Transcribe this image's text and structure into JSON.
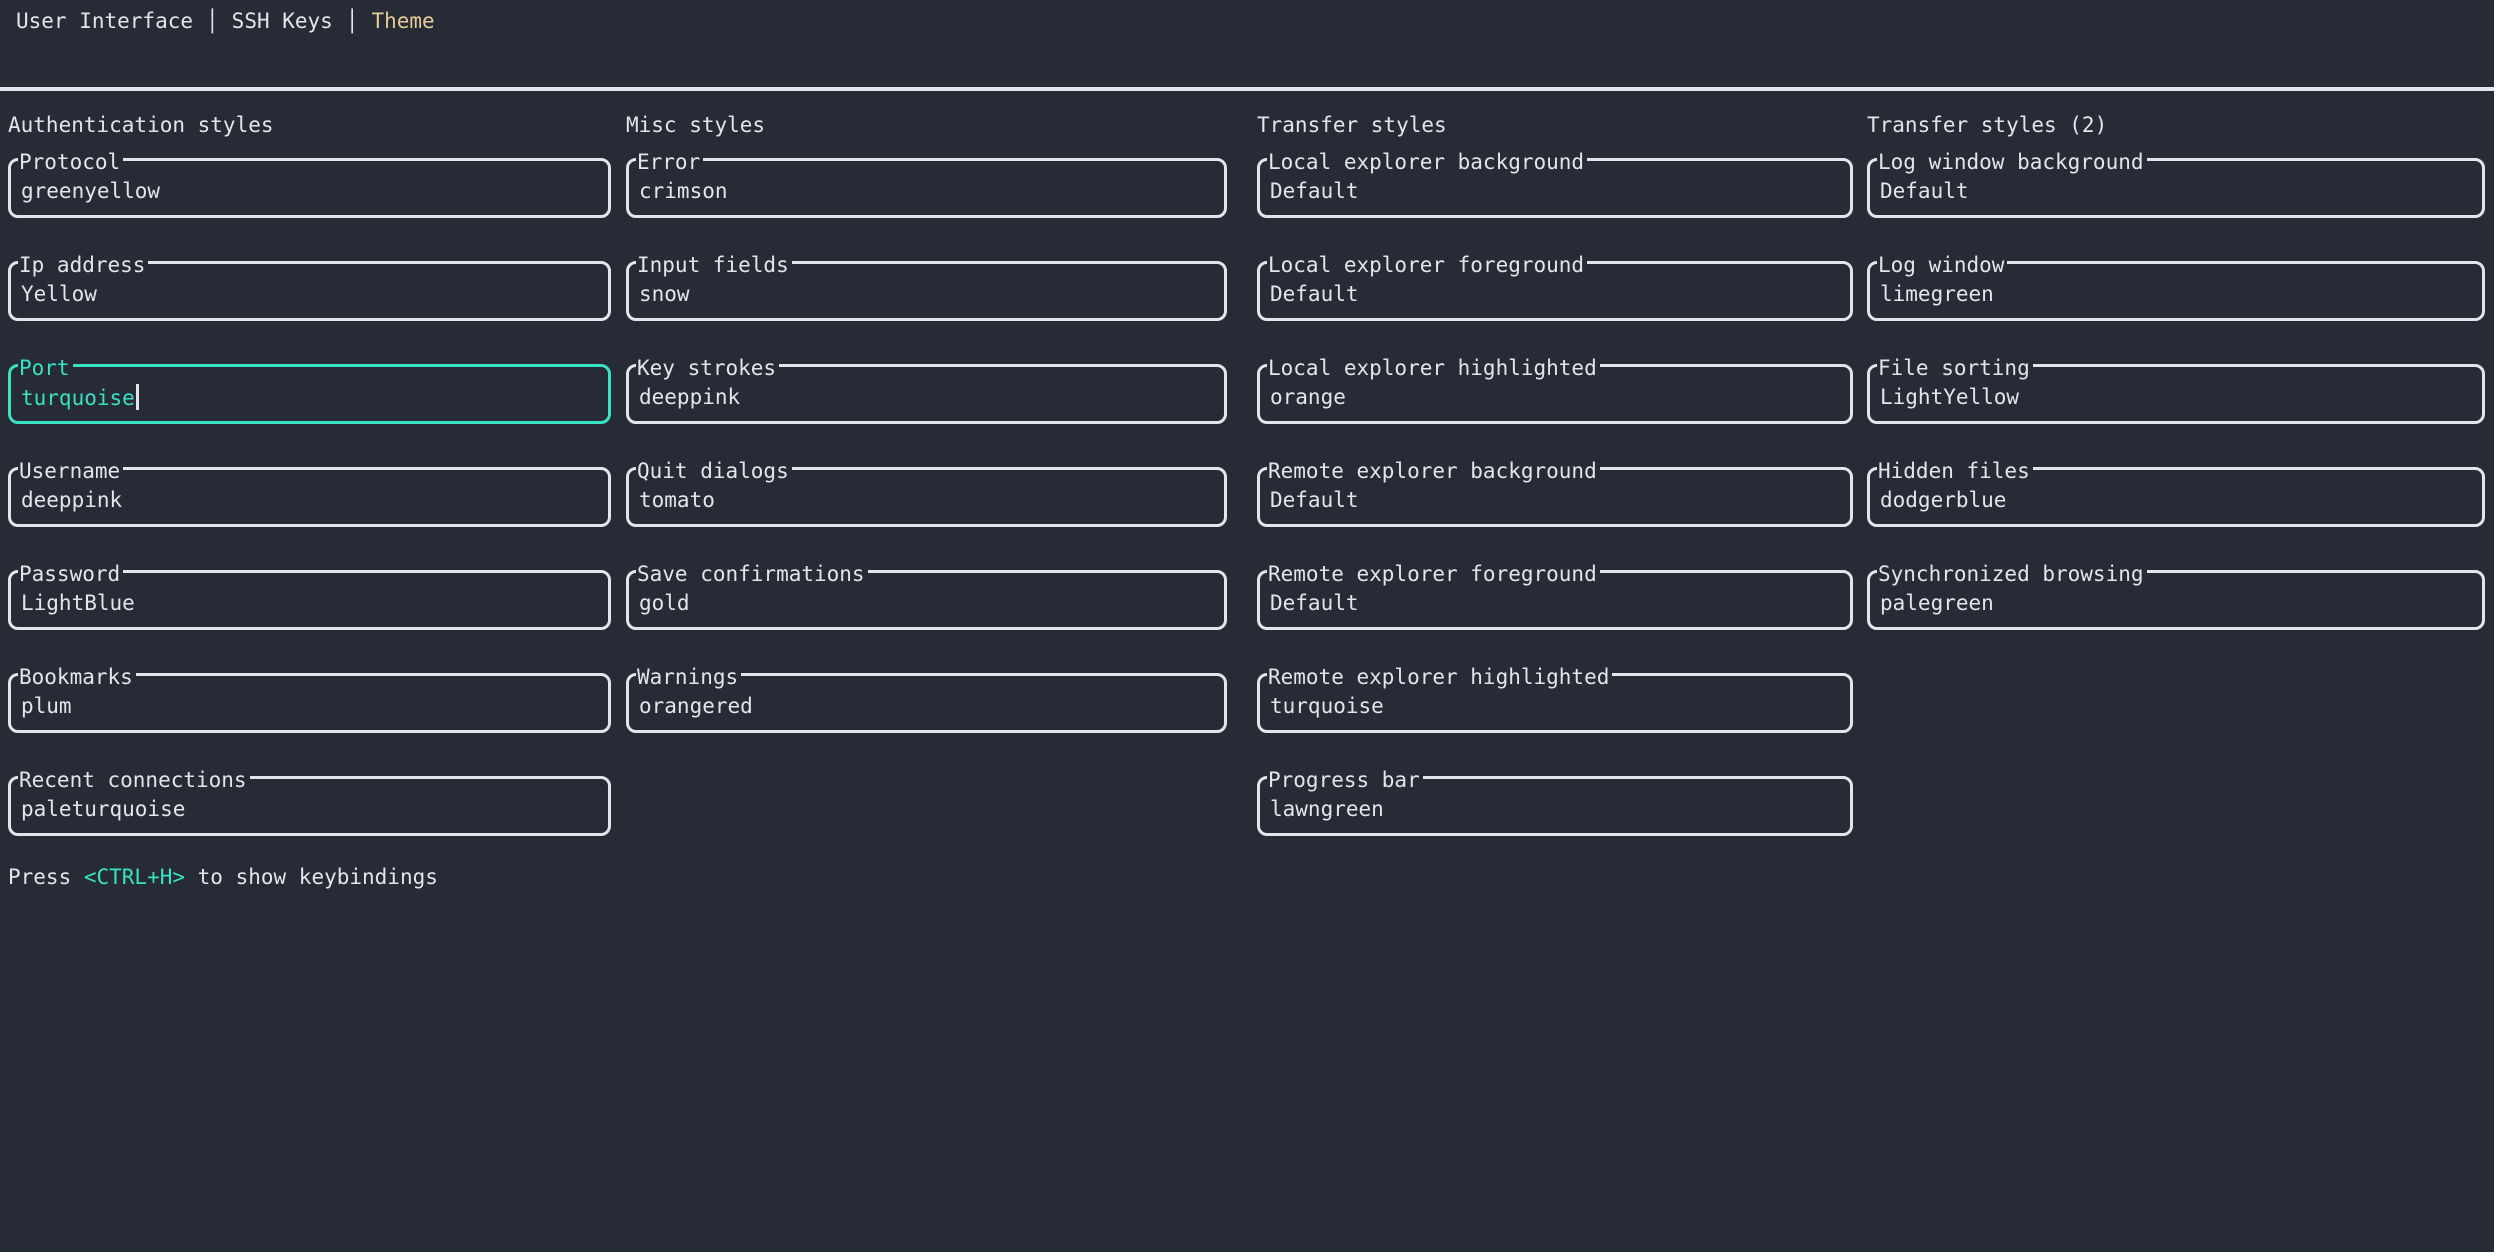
{
  "tabs": [
    {
      "label": "User Interface",
      "active": false
    },
    {
      "label": "SSH Keys",
      "active": false
    },
    {
      "label": "Theme",
      "active": true
    }
  ],
  "tab_separator": "│",
  "columns": [
    {
      "title": "Authentication styles",
      "fields": [
        {
          "label": "Protocol",
          "value": "greenyellow",
          "focused": false
        },
        {
          "label": "Ip address",
          "value": "Yellow",
          "focused": false
        },
        {
          "label": "Port",
          "value": "turquoise",
          "focused": true
        },
        {
          "label": "Username",
          "value": "deeppink",
          "focused": false
        },
        {
          "label": "Password",
          "value": "LightBlue",
          "focused": false
        },
        {
          "label": "Bookmarks",
          "value": "plum",
          "focused": false
        },
        {
          "label": "Recent connections",
          "value": "paleturquoise",
          "focused": false
        }
      ]
    },
    {
      "title": "Misc styles",
      "fields": [
        {
          "label": "Error",
          "value": "crimson",
          "focused": false
        },
        {
          "label": "Input fields",
          "value": "snow",
          "focused": false
        },
        {
          "label": "Key strokes",
          "value": "deeppink",
          "focused": false
        },
        {
          "label": "Quit dialogs",
          "value": "tomato",
          "focused": false
        },
        {
          "label": "Save confirmations",
          "value": "gold",
          "focused": false
        },
        {
          "label": "Warnings",
          "value": "orangered",
          "focused": false
        }
      ]
    },
    {
      "title": "Transfer styles",
      "fields": [
        {
          "label": "Local explorer background",
          "value": "Default",
          "focused": false
        },
        {
          "label": "Local explorer foreground",
          "value": "Default",
          "focused": false
        },
        {
          "label": "Local explorer highlighted",
          "value": "orange",
          "focused": false
        },
        {
          "label": "Remote explorer background",
          "value": "Default",
          "focused": false
        },
        {
          "label": "Remote explorer foreground",
          "value": "Default",
          "focused": false
        },
        {
          "label": "Remote explorer highlighted",
          "value": "turquoise",
          "focused": false
        },
        {
          "label": "Progress bar",
          "value": "lawngreen",
          "focused": false
        }
      ]
    },
    {
      "title": "Transfer styles (2)",
      "fields": [
        {
          "label": "Log window background",
          "value": "Default",
          "focused": false
        },
        {
          "label": "Log window",
          "value": "limegreen",
          "focused": false
        },
        {
          "label": "File sorting",
          "value": "LightYellow",
          "focused": false
        },
        {
          "label": "Hidden files",
          "value": "dodgerblue",
          "focused": false
        },
        {
          "label": "Synchronized browsing",
          "value": "palegreen",
          "focused": false
        }
      ]
    }
  ],
  "footer": {
    "prefix": "Press ",
    "key": "<CTRL+H>",
    "suffix": " to show keybindings"
  },
  "colors": {
    "background": "#262b36",
    "foreground": "#e2e5ea",
    "accent": "#38e2c2",
    "tab_active": "#e6ca97"
  }
}
